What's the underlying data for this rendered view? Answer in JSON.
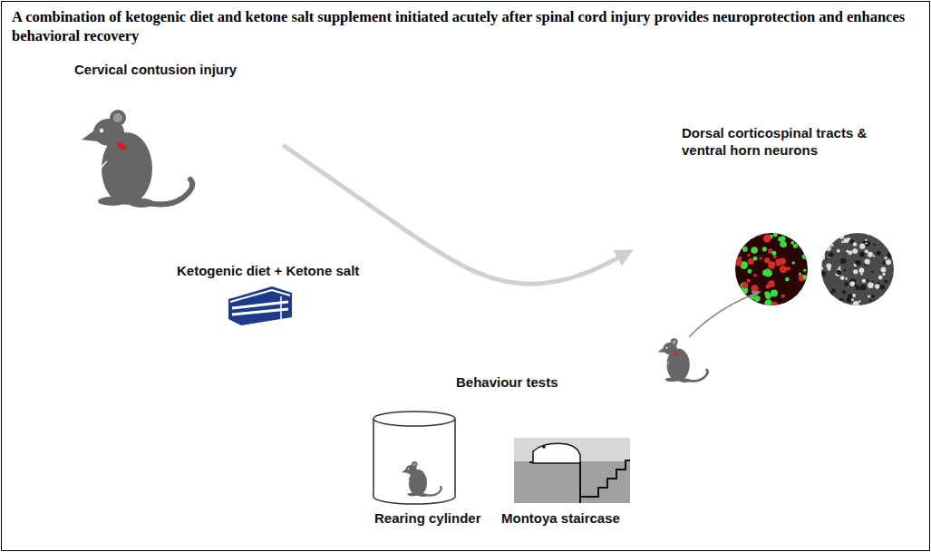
{
  "diagram": {
    "title": "A combination of ketogenic diet and ketone salt supplement initiated acutely after spinal cord injury provides neuroprotection and enhances behavioral recovery",
    "labels": [
      "Cervical contusion injury",
      "Ketogenic diet + Ketone salt",
      "Dorsal corticospinal tracts & ventral horn neurons",
      "Behaviour tests",
      "Rearing cylinder",
      "Montoya staircase"
    ]
  }
}
